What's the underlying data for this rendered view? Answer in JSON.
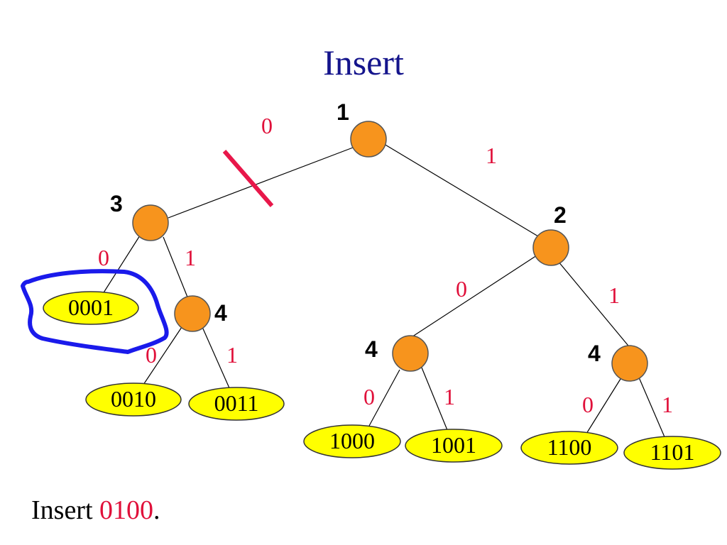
{
  "title": "Insert",
  "caption": {
    "prefix": "Insert ",
    "value": "0100",
    "suffix": "."
  },
  "colors": {
    "title": "#14148c",
    "edge_label": "#e0103a",
    "node": "#f7941d",
    "leaf": "#ffff00",
    "cut_mark": "#e8174a",
    "circle_mark": "#1a1aeb"
  },
  "nodes": {
    "root": {
      "label": "1"
    },
    "left": {
      "label": "3"
    },
    "right": {
      "label": "2"
    },
    "left_right": {
      "label": "4"
    },
    "right_left": {
      "label": "4"
    },
    "right_right": {
      "label": "4"
    }
  },
  "edges": {
    "root_left": "0",
    "root_right": "1",
    "left_leaf": "0",
    "left_right": "1",
    "lr_left": "0",
    "lr_right": "1",
    "right_left": "0",
    "right_right": "1",
    "rl_left": "0",
    "rl_right": "1",
    "rr_left": "0",
    "rr_right": "1"
  },
  "leaves": {
    "l0001": "0001",
    "l0010": "0010",
    "l0011": "0011",
    "l1000": "1000",
    "l1001": "1001",
    "l1100": "1100",
    "l1101": "1101"
  }
}
